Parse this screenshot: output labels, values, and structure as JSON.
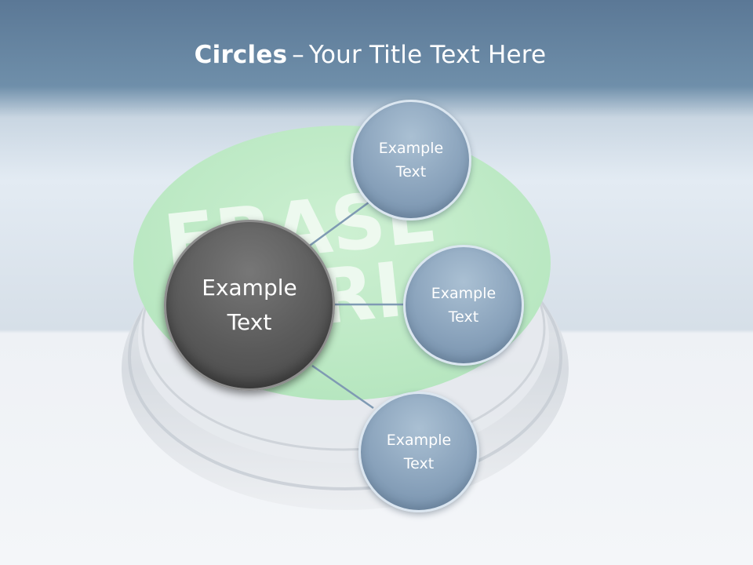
{
  "title": {
    "bold": "Circles",
    "dash": "–",
    "rest": "Your Title Text Here"
  },
  "background": {
    "button_text_line1": "ERASE",
    "button_text_line2": "ERI"
  },
  "colors": {
    "header": "#5b7896",
    "button_green": "#bde9c4",
    "center_circle": "#5a5a5a",
    "satellite_circle": "#8aa3bc",
    "connector": "#7f9ab3"
  },
  "diagram": {
    "center": {
      "label": "Example Text"
    },
    "satellites": [
      {
        "label": "Example Text"
      },
      {
        "label": "Example Text"
      },
      {
        "label": "Example Text"
      }
    ]
  }
}
